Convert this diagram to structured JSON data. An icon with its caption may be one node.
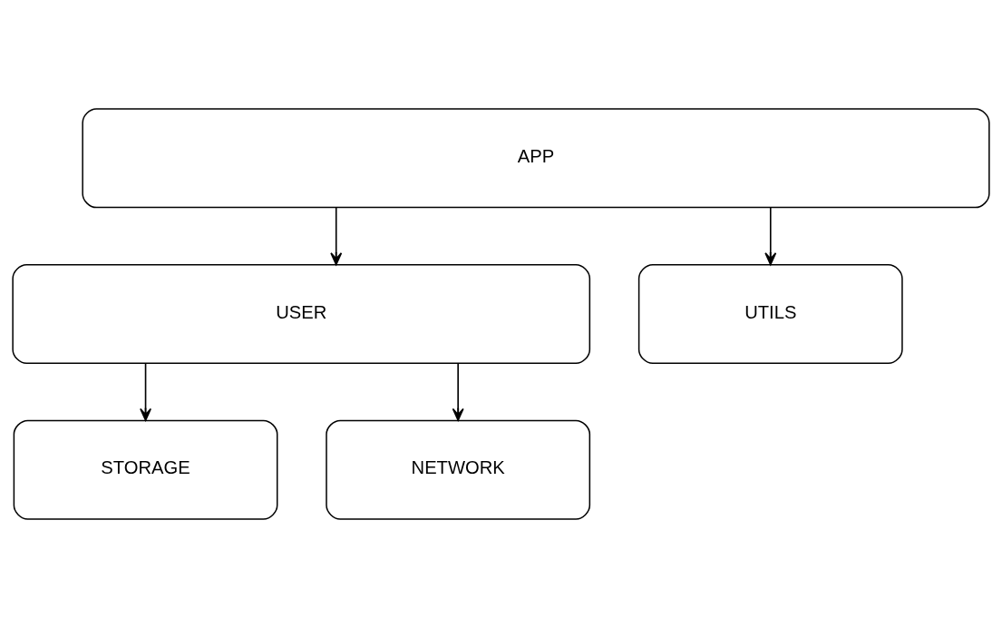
{
  "diagram": {
    "nodes": [
      {
        "text": [
          "APP"
        ]
      },
      {
        "text": [
          "USER"
        ]
      },
      {
        "text": [
          "UTILS"
        ]
      },
      {
        "text": [
          "STORAGE"
        ]
      },
      {
        "text": [
          "NETWORK"
        ]
      }
    ],
    "edges": [
      {
        "from": 0,
        "to": 1,
        "arrow": "to"
      },
      {
        "from": 0,
        "to": 2,
        "arrow": "to"
      },
      {
        "from": 1,
        "to": 3,
        "arrow": "to"
      },
      {
        "from": 1,
        "to": 4,
        "arrow": "to"
      }
    ]
  }
}
